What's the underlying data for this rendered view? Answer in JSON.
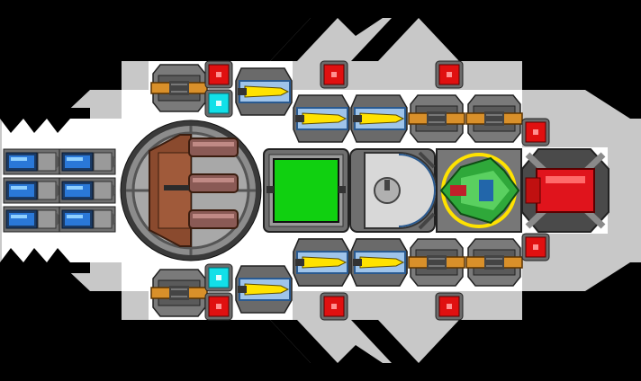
{
  "ship": {
    "palette": {
      "hull_outline": "#c8c8c8",
      "hull_fill": "#ffffff",
      "frame_dark": "#3a3a3a",
      "frame_mid": "#6f6f6f",
      "frame_light": "#9a9a9a",
      "energy_yellow": "#ffe200",
      "energy_blue": "#2a78d8",
      "shield_cyan": "#12e0e8",
      "armor_red": "#e01010",
      "reactor_green": "#10d010",
      "copper": "#8a4a2e",
      "gun_orange": "#d9902a",
      "core_green": "#2fa83a",
      "engine_red": "#e0141c"
    },
    "modules": [
      {
        "kind": "thruster",
        "icon": "thruster-icon"
      },
      {
        "kind": "thruster",
        "icon": "thruster-icon"
      },
      {
        "kind": "thruster",
        "icon": "thruster-icon"
      },
      {
        "kind": "thruster",
        "icon": "thruster-icon"
      },
      {
        "kind": "thruster",
        "icon": "thruster-icon"
      },
      {
        "kind": "thruster",
        "icon": "thruster-icon"
      },
      {
        "kind": "cannon-turret",
        "icon": "cannon-turret-icon"
      },
      {
        "kind": "reactor",
        "icon": "reactor-icon"
      },
      {
        "kind": "bridge",
        "icon": "bridge-icon"
      },
      {
        "kind": "command-core",
        "icon": "command-core-icon"
      },
      {
        "kind": "main-engine",
        "icon": "main-engine-icon"
      },
      {
        "kind": "laser",
        "icon": "laser-icon"
      },
      {
        "kind": "laser",
        "icon": "laser-icon"
      },
      {
        "kind": "laser",
        "icon": "laser-icon"
      },
      {
        "kind": "laser",
        "icon": "laser-icon"
      },
      {
        "kind": "laser",
        "icon": "laser-icon"
      },
      {
        "kind": "laser",
        "icon": "laser-icon"
      },
      {
        "kind": "laser",
        "icon": "laser-icon"
      },
      {
        "kind": "laser",
        "icon": "laser-icon"
      },
      {
        "kind": "gun",
        "icon": "gun-icon"
      },
      {
        "kind": "gun",
        "icon": "gun-icon"
      },
      {
        "kind": "gun",
        "icon": "gun-icon"
      },
      {
        "kind": "gun",
        "icon": "gun-icon"
      },
      {
        "kind": "gun",
        "icon": "gun-icon"
      },
      {
        "kind": "gun",
        "icon": "gun-icon"
      },
      {
        "kind": "armor",
        "icon": "armor-icon"
      },
      {
        "kind": "armor",
        "icon": "armor-icon"
      },
      {
        "kind": "armor",
        "icon": "armor-icon"
      },
      {
        "kind": "armor",
        "icon": "armor-icon"
      },
      {
        "kind": "armor",
        "icon": "armor-icon"
      },
      {
        "kind": "armor",
        "icon": "armor-icon"
      },
      {
        "kind": "armor",
        "icon": "armor-icon"
      },
      {
        "kind": "armor",
        "icon": "armor-icon"
      },
      {
        "kind": "shield",
        "icon": "shield-icon"
      },
      {
        "kind": "shield",
        "icon": "shield-icon"
      }
    ]
  }
}
